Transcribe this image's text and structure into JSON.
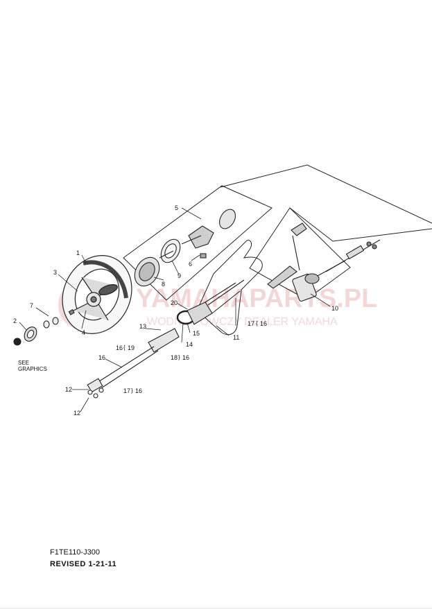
{
  "diagram": {
    "document_code": "F1TE110-J300",
    "revision": "REVISED 1-21-11",
    "see_note_line1": "SEE",
    "see_note_line2": "GRAPHICS",
    "watermark_main": "YAMAHAPARTS.PL",
    "watermark_sub": "WODNE POWCZY DEALER YAMAHA",
    "callouts": {
      "c1": "1",
      "c2": "2",
      "c3": "3",
      "c4": "4",
      "c5": "5",
      "c6": "6",
      "c7": "7",
      "c8": "8",
      "c9": "9",
      "c10": "10",
      "c11": "11",
      "c12a": "12",
      "c12b": "12",
      "c13": "13",
      "c14": "14",
      "c15": "15",
      "c16": "16",
      "c20": "20",
      "g1719a_top": "17",
      "g1719a_bot": "16",
      "g1619_top": "16",
      "g1619_bot": "19",
      "g1816_top": "18",
      "g1816_bot": "16",
      "g1716b_top": "17",
      "g1716b_bot": "16"
    }
  }
}
